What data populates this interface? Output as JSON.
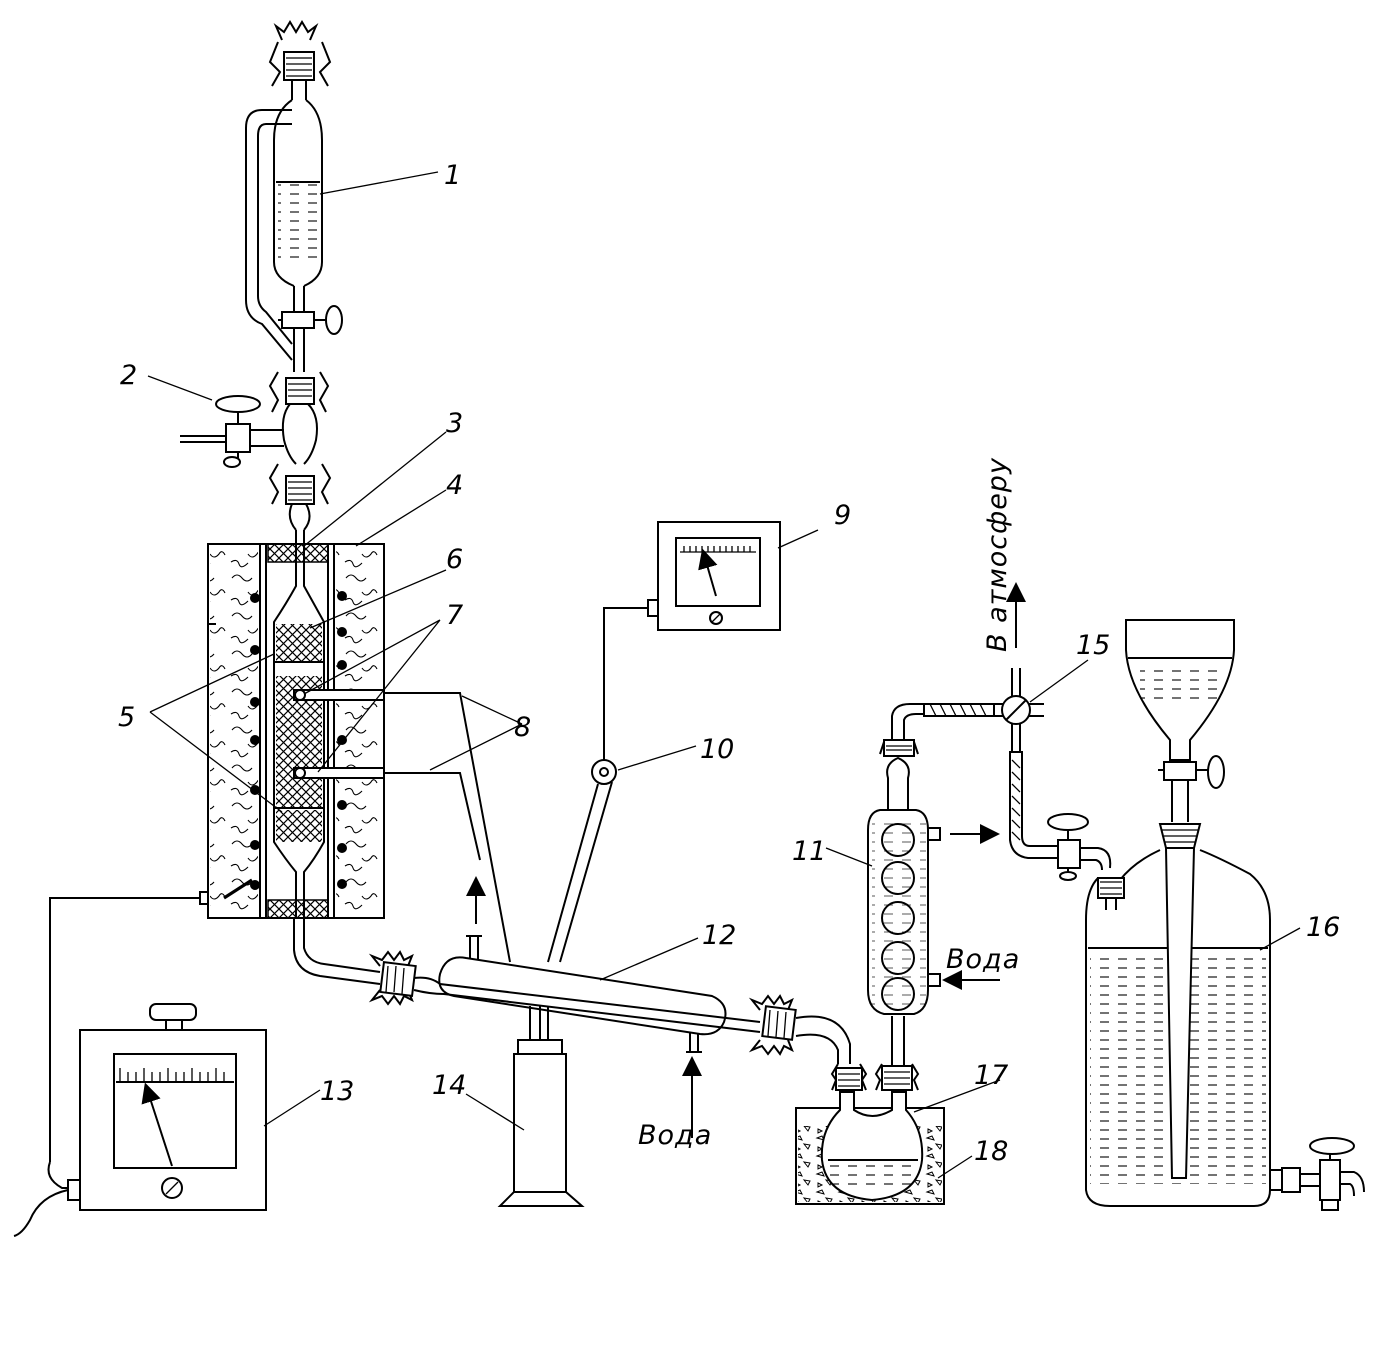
{
  "labels": {
    "n1": "1",
    "n2": "2",
    "n3": "3",
    "n4": "4",
    "n5": "5",
    "n6": "6",
    "n7": "7",
    "n8": "8",
    "n9": "9",
    "n10": "10",
    "n11": "11",
    "n12": "12",
    "n13": "13",
    "n14": "14",
    "n15": "15",
    "n16": "16",
    "n17": "17",
    "n18": "18"
  },
  "annotations": {
    "water_condenser": "Вода",
    "water_coil": "Вода",
    "atmosphere": "В атмосферу"
  }
}
